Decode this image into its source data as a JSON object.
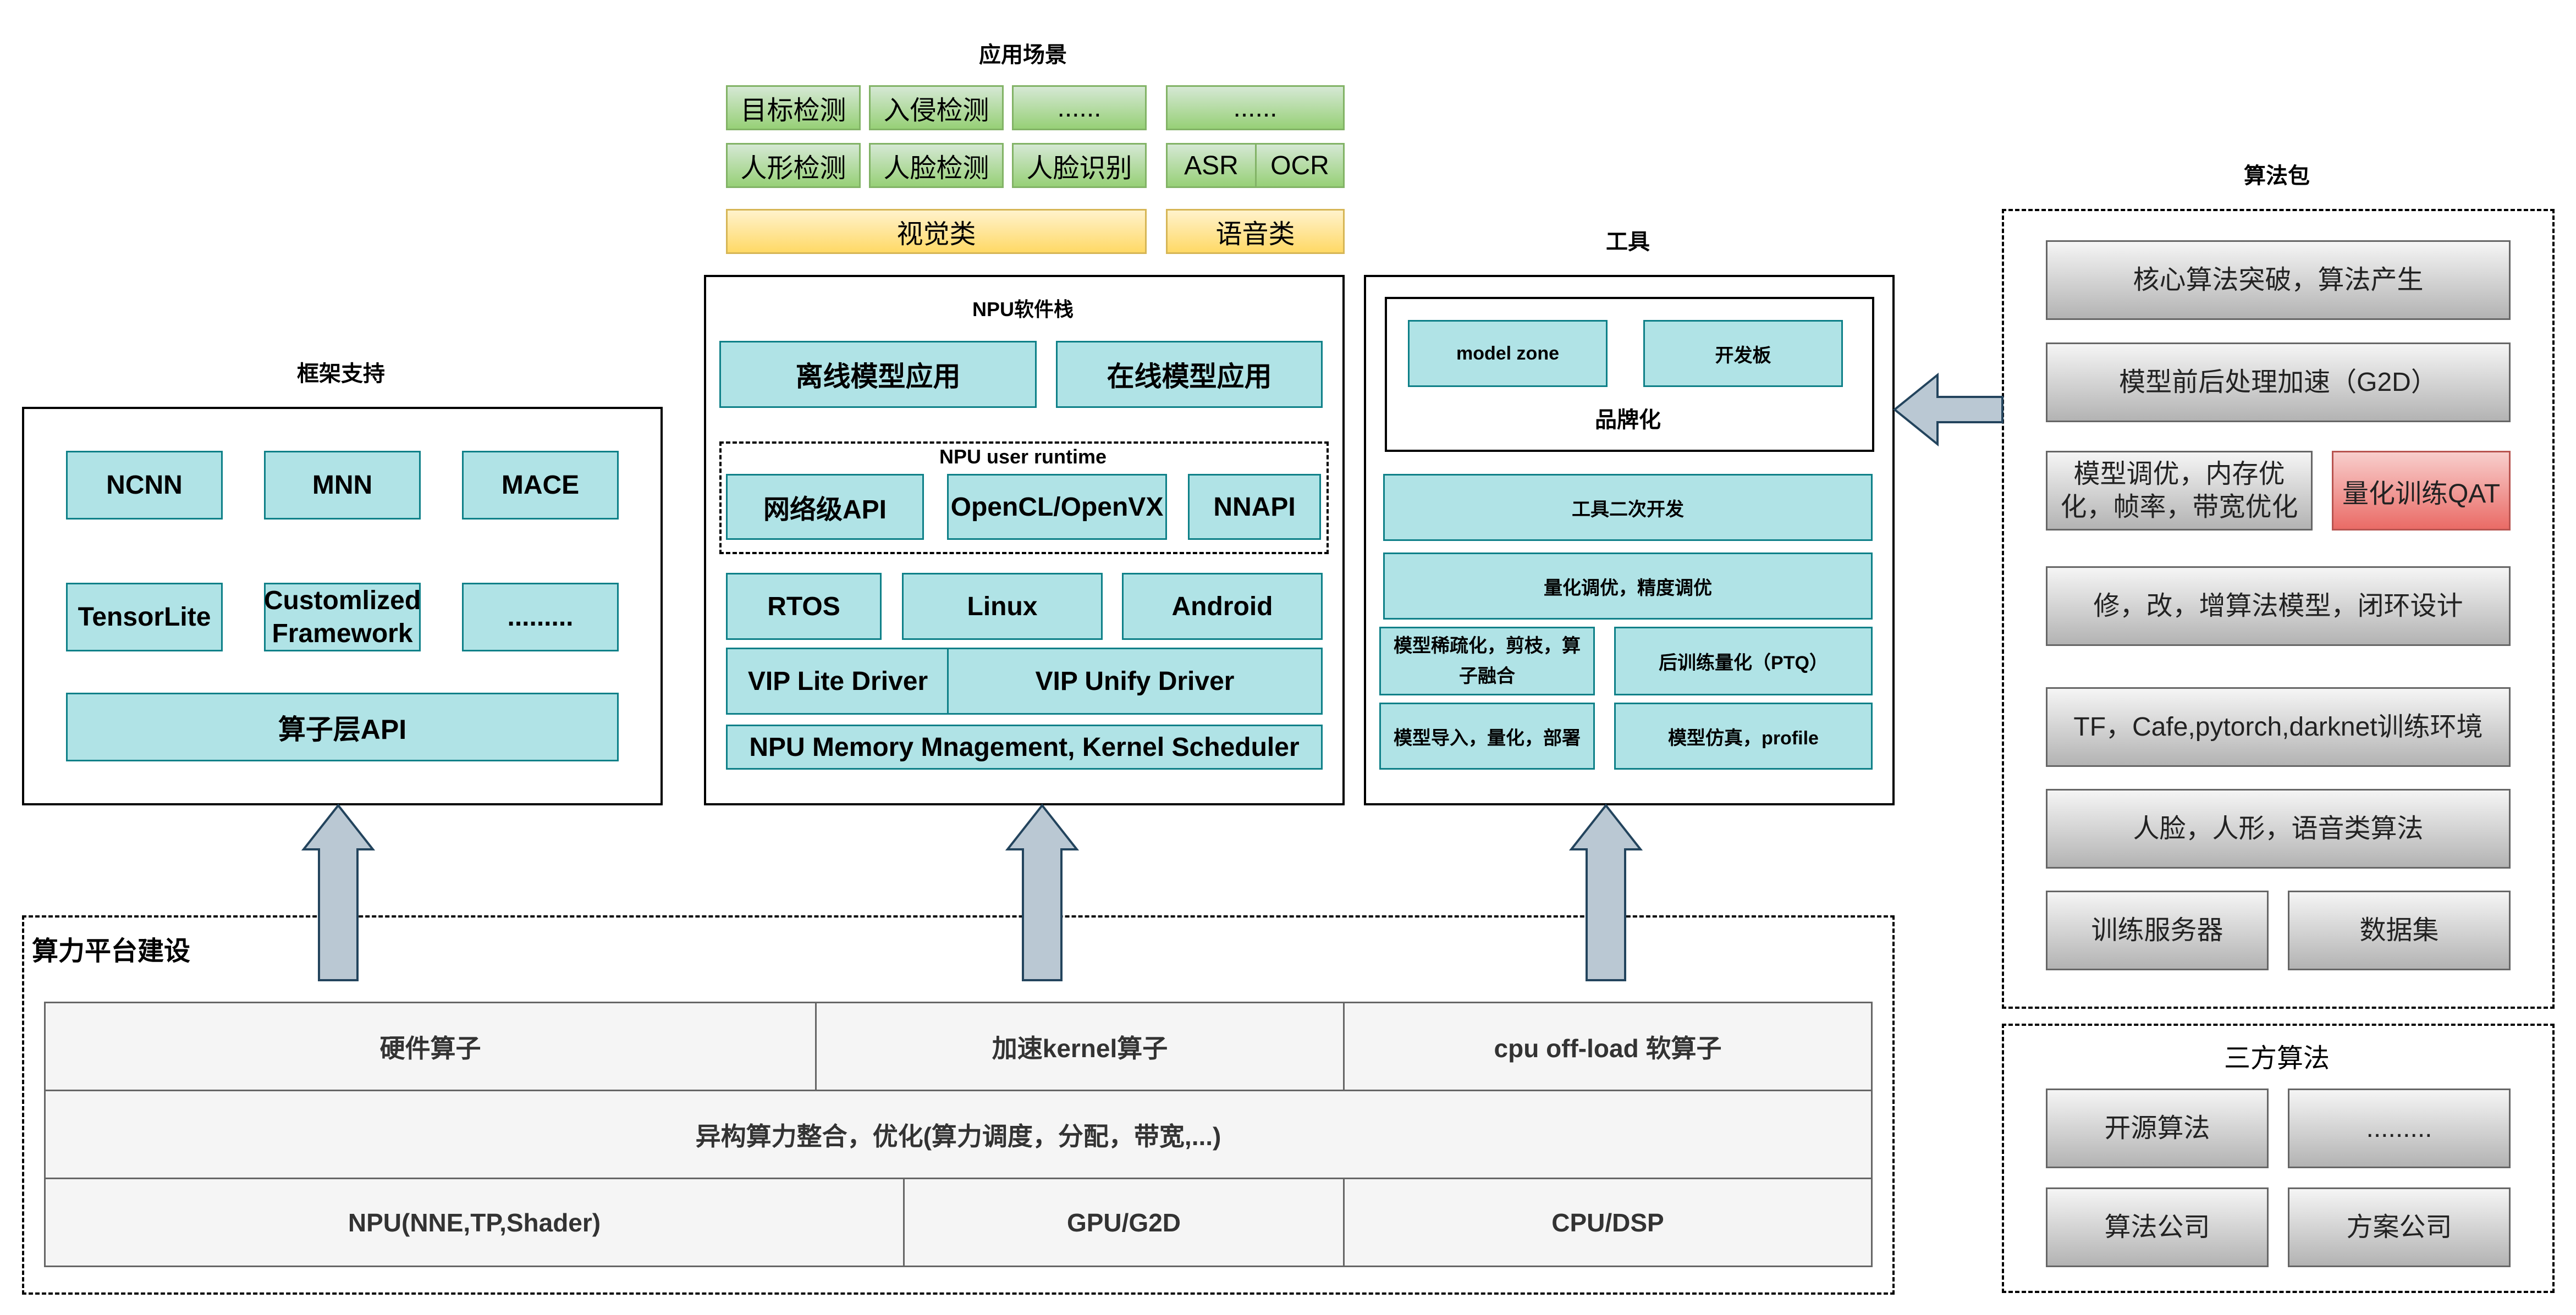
{
  "scenarios": {
    "title": "应用场景",
    "row1": [
      "目标检测",
      "入侵检测",
      "......",
      "......"
    ],
    "row2": [
      "人形检测",
      "人脸检测",
      "人脸识别",
      "ASR",
      "OCR"
    ],
    "vision": "视觉类",
    "voice": "语音类"
  },
  "framework": {
    "title": "框架支持",
    "items": [
      "NCNN",
      "MNN",
      "MACE",
      "TensorLite",
      "Customlized Framework",
      "........."
    ],
    "operator_api": "算子层API"
  },
  "npu_stack": {
    "title": "NPU软件栈",
    "offline_app": "离线模型应用",
    "online_app": "在线模型应用",
    "runtime_title": "NPU user runtime",
    "runtime_items": [
      "网络级API",
      "OpenCL/OpenVX",
      "NNAPI"
    ],
    "os_items": [
      "RTOS",
      "Linux",
      "Android"
    ],
    "vip_lite": "VIP Lite Driver",
    "vip_unify": "VIP Unify Driver",
    "memory": "NPU Memory Mnagement, Kernel Scheduler"
  },
  "tools": {
    "title": "工具",
    "model_zone": "model zone",
    "dev_board": "开发板",
    "branding": "品牌化",
    "secondary_dev": "工具二次开发",
    "quant_tuning": "量化调优，精度调优",
    "sparsify": "模型稀疏化，剪枝，算子融合",
    "ptq": "后训练量化（PTQ）",
    "import": "模型导入，量化，部署",
    "simulation": "模型仿真，profile"
  },
  "algo_pkg": {
    "title": "算法包",
    "core": "核心算法突破，算法产生",
    "g2d": "模型前后处理加速（G2D）",
    "tuning": "模型调优，内存优化，帧率，带宽优化",
    "qat": "量化训练QAT",
    "design": "修，改，增算法模型，闭环设计",
    "train_env": "TF，Cafe,pytorch,darknet训练环境",
    "algos": "人脸，人形，语音类算法",
    "server": "训练服务器",
    "dataset": "数据集"
  },
  "third_party": {
    "title": "三方算法",
    "items": [
      "开源算法",
      ".........",
      "算法公司",
      "方案公司"
    ]
  },
  "platform": {
    "title": "算力平台建设",
    "row1": [
      "硬件算子",
      "加速kernel算子",
      "cpu off-load 软算子"
    ],
    "row2": "异构算力整合，优化(算力调度，分配，带宽,...)",
    "row3": [
      "NPU(NNE,TP,Shader)",
      "GPU/G2D",
      "CPU/DSP"
    ]
  },
  "colors": {
    "teal_fill": "#b0e3e6",
    "teal_stroke": "#0e8088",
    "green_stroke": "#82b366",
    "yellow_stroke": "#d6b656",
    "red_stroke": "#b85450",
    "arrow_fill": "#bac8d3",
    "arrow_stroke": "#23445d"
  }
}
